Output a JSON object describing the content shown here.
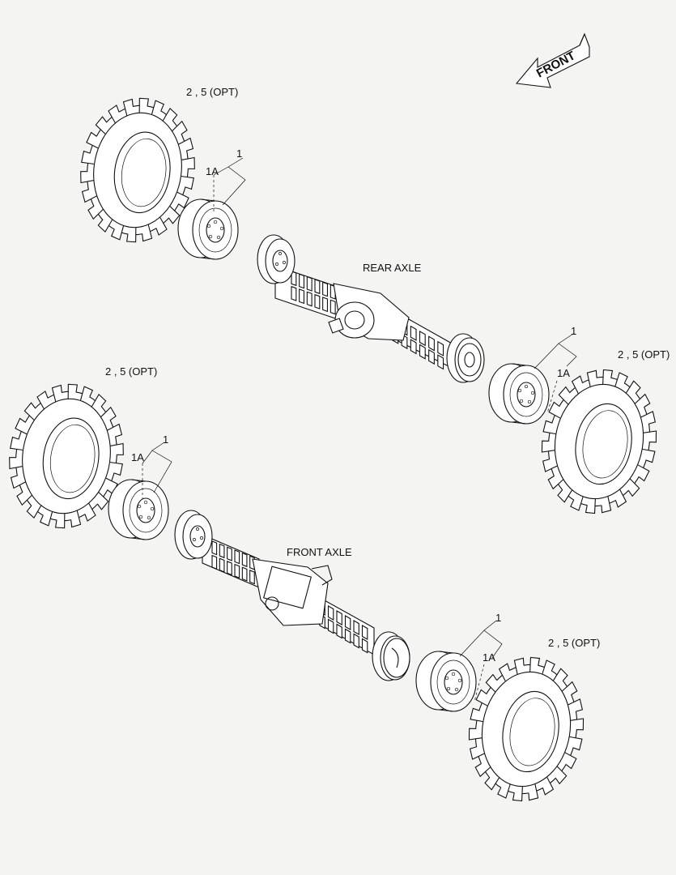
{
  "front_arrow": {
    "label": "FRONT"
  },
  "rear_axle": {
    "title": "REAR AXLE",
    "left_tire_callout": "2 , 5 (OPT)",
    "left_wheel_callout": "1",
    "left_wheel_sub_callout": "1A",
    "right_tire_callout": "2 , 5 (OPT)",
    "right_wheel_callout": "1",
    "right_wheel_sub_callout": "1A"
  },
  "front_axle": {
    "title": "FRONT AXLE",
    "left_tire_callout": "2 , 5 (OPT)",
    "left_wheel_callout": "1",
    "left_wheel_sub_callout": "1A",
    "right_tire_callout": "2 , 5 (OPT)",
    "right_wheel_callout": "1",
    "right_wheel_sub_callout": "1A"
  }
}
